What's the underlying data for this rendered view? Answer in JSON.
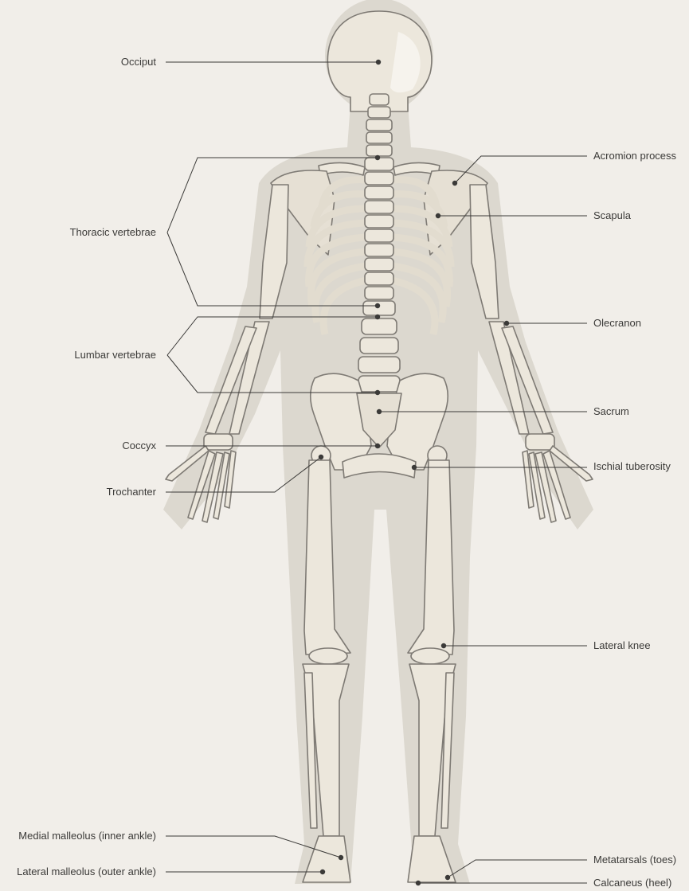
{
  "colors": {
    "background": "#f1eee9",
    "silhouette": "#dcd8cf",
    "bone": "#ece7dc",
    "bone_light": "#f6f3ed",
    "bone_outline": "#7e7a74",
    "leader": "#3b3a38"
  },
  "labels": {
    "left": {
      "occiput": "Occiput",
      "thoracic_vertebrae": "Thoracic vertebrae",
      "lumbar_vertebrae": "Lumbar vertebrae",
      "coccyx": "Coccyx",
      "trochanter": "Trochanter",
      "medial_malleolus": "Medial malleolus (inner ankle)",
      "lateral_malleolus": "Lateral malleolus (outer ankle)"
    },
    "right": {
      "acromion_process": "Acromion process",
      "scapula": "Scapula",
      "olecranon": "Olecranon",
      "sacrum": "Sacrum",
      "ischial_tuberosity": "Ischial tuberosity",
      "lateral_knee": "Lateral knee",
      "metatarsals": "Metatarsals (toes)",
      "calcaneus": "Calcaneus (heel)"
    }
  }
}
